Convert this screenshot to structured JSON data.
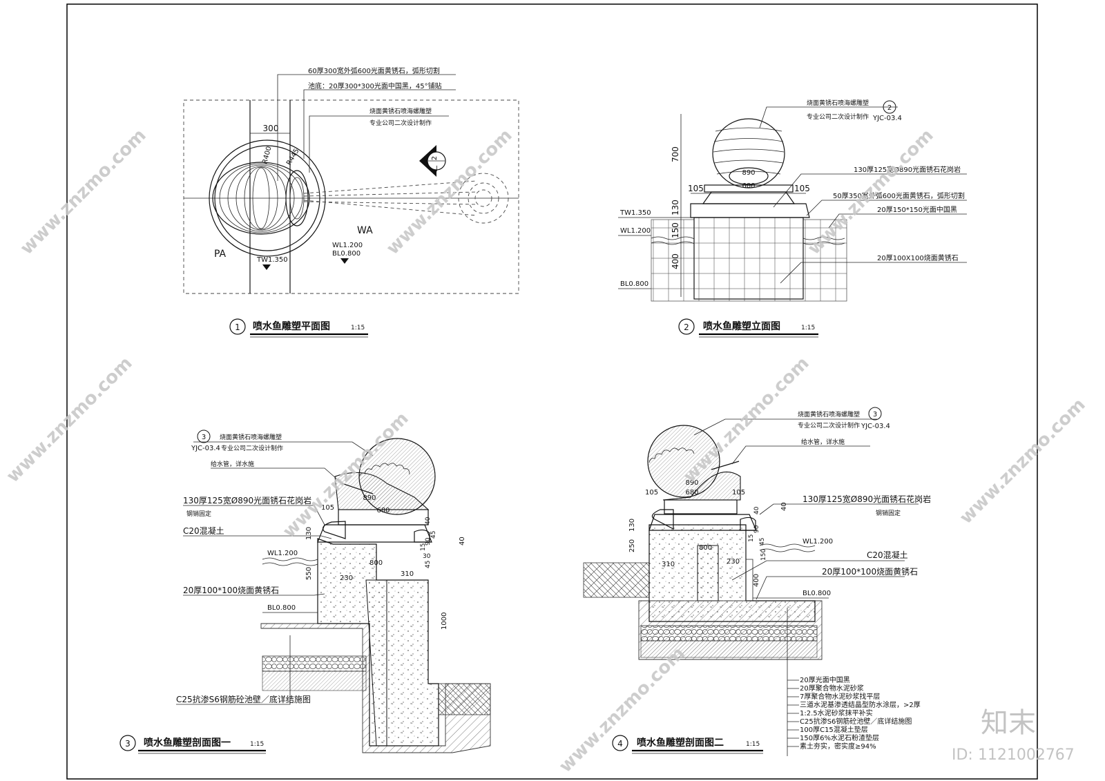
{
  "watermark": {
    "site": "www.znzmo.com",
    "brand": "知末",
    "id": "ID: 1121002767"
  },
  "plan": {
    "title": "喷水鱼雕塑平面图",
    "num": "1",
    "scale": "1:15",
    "notes": [
      "60厚300宽外弧600光面黄锈石，弧形切割",
      "池底：20厚300*300光面中国黑，45°铺贴",
      "烧面黄锈石喷海螺雕塑",
      "专业公司二次设计制作"
    ],
    "dims": [
      "300",
      "R400",
      "R445"
    ],
    "labels": {
      "pa": "PA",
      "wa": "WA",
      "tw": "TW1.350",
      "wl": "WL1.200",
      "bl": "BL0.800",
      "sec_num": "2",
      "sec_ref": "一"
    }
  },
  "elevation": {
    "title": "喷水鱼雕塑立面图",
    "num": "2",
    "scale": "1:15",
    "notes": [
      "烧面黄锈石喷海螺雕塑",
      "专业公司二次设计制作",
      "130厚125宽Ø890光面锈石花岗岩",
      "50厚350宽外弧600光面黄锈石，弧形切割",
      "20厚150*150光面中国黑",
      "20厚100X100烧面黄锈石"
    ],
    "ref": {
      "num": "2",
      "code": "YJC-03.4"
    },
    "dims": {
      "h700": "700",
      "d890": "890",
      "d680": "680",
      "w105a": "105",
      "w105b": "105",
      "h130": "130",
      "h150": "150",
      "h400": "400"
    },
    "levels": {
      "tw": "TW1.350",
      "wl": "WL1.200",
      "bl": "BL0.800"
    }
  },
  "section1": {
    "title": "喷水鱼雕塑剖面图一",
    "num": "3",
    "scale": "1:15",
    "notes": [
      "烧面黄锈石喷海螺雕塑",
      "专业公司二次设计制作",
      "给水管，详水施",
      "130厚125宽Ø890光面锈石花岗岩",
      "钢销固定",
      "C20混凝土",
      "20厚100*100烧面黄锈石",
      "C25抗渗S6钢筋砼池壁／底详结施图"
    ],
    "ref": {
      "num": "3",
      "code": "YJC-03.4"
    },
    "dims": {
      "d890": "890",
      "d680": "680",
      "w105": "105",
      "h130": "130",
      "h550": "550",
      "w230": "230",
      "w800": "800",
      "w310": "310",
      "h1000": "1000",
      "d40": "40",
      "d90": "90",
      "d45a": "45",
      "d45b": "45",
      "d15": "15",
      "d30": "30",
      "h40": "40"
    },
    "levels": {
      "wl": "WL1.200",
      "bl": "BL0.800"
    }
  },
  "section2": {
    "title": "喷水鱼雕塑剖面图二",
    "num": "4",
    "scale": "1:15",
    "notes": [
      "烧面黄锈石喷海螺雕塑",
      "专业公司二次设计制作",
      "给水管，详水施",
      "130厚125宽Ø890光面锈石花岗岩",
      "钢销固定",
      "C20混凝土",
      "20厚100*100烧面黄锈石"
    ],
    "ref": {
      "num": "3",
      "code": "YJC-03.4"
    },
    "dims": {
      "d890": "890",
      "d680": "680",
      "w105a": "105",
      "w105b": "105",
      "h130": "130",
      "h250": "250",
      "w310": "310",
      "w800": "800",
      "w230": "230",
      "h400": "400",
      "d40": "40",
      "d90": "90",
      "d45": "45",
      "d15": "15",
      "h40": "40",
      "d150": "150"
    },
    "levels": {
      "wl": "WL1.200",
      "bl": "BL0.800"
    },
    "layers": [
      "20厚光面中国黑",
      "20厚聚合物水泥砂浆",
      "7厚聚合物水泥砂浆找平层",
      "三道水泥基渗透结晶型防水涂层，>2厚",
      "1:2.5水泥砂浆抹平补实",
      "C25抗渗S6钢筋砼池壁／底详结施图",
      "100厚C15混凝土垫层",
      "150厚6%水泥石粉渣垫层",
      "素土夯实，密实度≥94%"
    ]
  }
}
